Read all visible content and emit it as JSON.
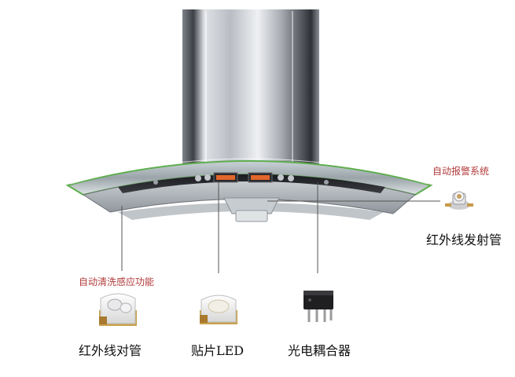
{
  "feature_labels": {
    "auto_alarm": "自动报警系统",
    "auto_clean": "自动清洗感应功能"
  },
  "component_labels": {
    "ir_emitter": "红外线发射管",
    "ir_pair": "红外线对管",
    "smd_led": "贴片LED",
    "optocoupler": "光电耦合器"
  },
  "colors": {
    "label_red": "#b23a3a",
    "label_black": "#111111",
    "glass_edge": "#5fae4f",
    "led_display": "#e2662b"
  }
}
